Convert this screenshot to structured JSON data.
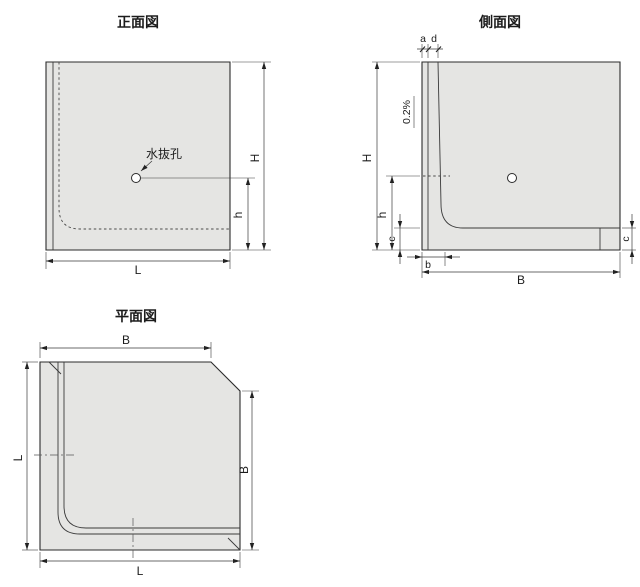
{
  "colors": {
    "panel_fill": "#e5e5e3",
    "line": "#2b2b2b"
  },
  "views": {
    "front": {
      "title": "正面図",
      "drain_hole_label": "水抜孔",
      "dims": {
        "H": "H",
        "h": "h",
        "L": "L"
      }
    },
    "side": {
      "title": "側面図",
      "slope_label": "0.2%",
      "dims": {
        "a": "a",
        "d": "d",
        "H": "H",
        "h": "h",
        "c_left": "c",
        "b": "b",
        "B": "B",
        "c_right": "c"
      }
    },
    "plan": {
      "title": "平面図",
      "dims": {
        "B_top": "B",
        "L_left": "L",
        "B_right": "B",
        "L_bottom": "L"
      }
    }
  }
}
